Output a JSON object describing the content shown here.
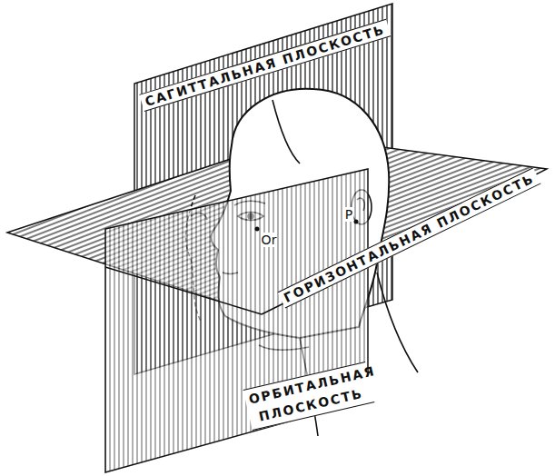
{
  "diagram": {
    "labels": [
      "САГИТТАЛЬНАЯ ПЛОСКОСТЬ",
      "ГОРИЗОНТАЛЬНАЯ ПЛОСКОСТЬ",
      "ОРБИТАЛЬНАЯ ПЛОСКОСТЬ",
      "Or",
      "P"
    ]
  }
}
